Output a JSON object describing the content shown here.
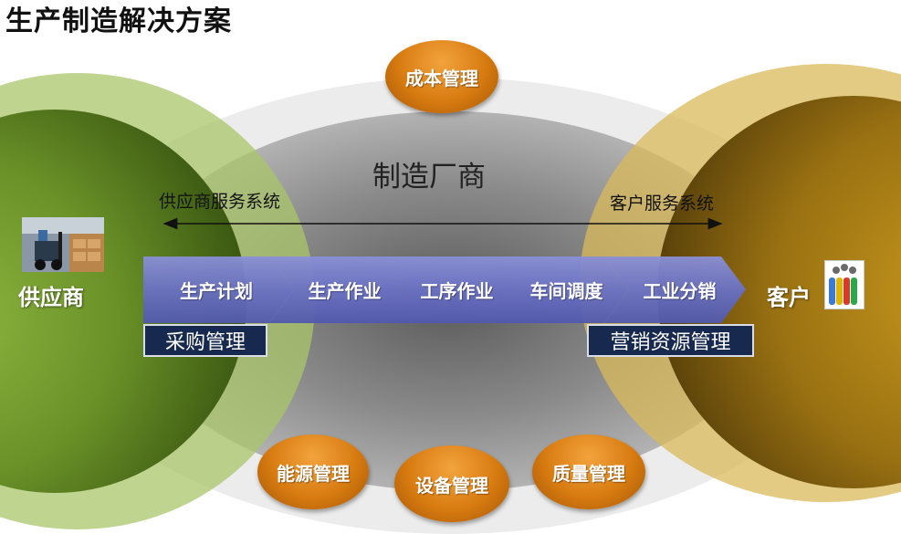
{
  "title": "生产制造解决方案",
  "center": {
    "title": "制造厂商",
    "supplier_system": "供应商服务系统",
    "customer_system": "客户服务系统"
  },
  "supplier": {
    "label": "供应商"
  },
  "customer": {
    "label": "客户"
  },
  "process_steps": [
    "生产计划",
    "生产作业",
    "工序作业",
    "车间调度",
    "工业分销"
  ],
  "boxes": {
    "left": "采购管理",
    "right": "营销资源管理"
  },
  "bubbles": {
    "top": "成本管理",
    "bottom_left": "能源管理",
    "bottom_center": "设备管理",
    "bottom_right": "质量管理"
  },
  "colors": {
    "supplier_green": "#6f9a2f",
    "customer_gold": "#b78a1c",
    "process_blue": "#6c73c4",
    "box_navy": "#17294f",
    "bubble_orange": "#d77b10"
  }
}
